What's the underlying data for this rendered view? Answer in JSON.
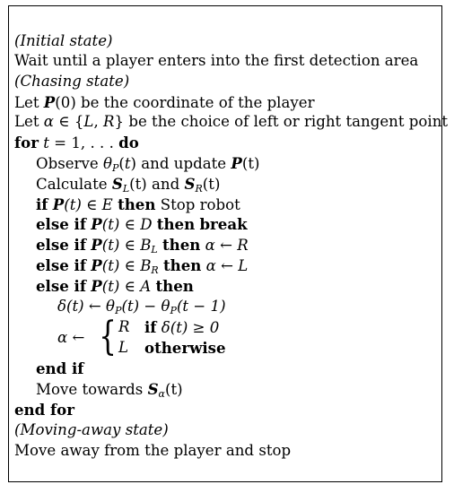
{
  "algorithm": {
    "initial_state_label": "(Initial state)",
    "wait_text": "Wait until a player enters into the first detection area",
    "chasing_state_label": "(Chasing state)",
    "let_p0": {
      "pre": "Let ",
      "var": "P",
      "post": "(0) be the coordinate of the player"
    },
    "let_alpha": {
      "pre": "Let ",
      "alpha": "α",
      "mid": " ∈ {",
      "l": "L",
      "comma": ", ",
      "r": "R",
      "post": "} be the choice of left or right tangent point"
    },
    "for_line": {
      "for": "for",
      "t": "t",
      "eq": " = 1, . . . ",
      "do": "do"
    },
    "observe": {
      "pre": "Observe ",
      "theta": "θ",
      "sub": "P",
      "mid": "(",
      "t": "t",
      "mid2": ") and update ",
      "var": "P",
      "post": "(t)"
    },
    "calculate": {
      "pre": "Calculate ",
      "s1": "S",
      "sub1": "L",
      "mid": "(t) and ",
      "s2": "S",
      "sub2": "R",
      "post": "(t)"
    },
    "if_e": {
      "if": "if",
      "var": "P",
      "cond": "(t) ∈ E",
      "then": "then",
      "action": " Stop robot"
    },
    "elseif_d": {
      "elseif": "else if",
      "var": "P",
      "cond": "(t) ∈ D",
      "then": "then",
      "brk": "break"
    },
    "elseif_bl": {
      "elseif": "else if",
      "var": "P",
      "cond": "(t) ∈ B",
      "sub": "L",
      "then": "then",
      "assign": "α ← R"
    },
    "elseif_br": {
      "elseif": "else if",
      "var": "P",
      "cond": "(t) ∈ B",
      "sub": "R",
      "then": "then",
      "assign": "α ← L"
    },
    "elseif_a": {
      "elseif": "else if",
      "var": "P",
      "cond": "(t) ∈ A",
      "then": "then"
    },
    "delta_line": {
      "text1": "δ(t) ← θ",
      "sub1": "P",
      "text2": "(t) − θ",
      "sub2": "P",
      "text3": "(t − 1)"
    },
    "alpha_case": {
      "lhs": "α ←",
      "brace": "{",
      "case1_val": "R",
      "case1_if": "if",
      "case1_cond": "δ(t) ≥ 0",
      "case2_val": "L",
      "case2_cond": "otherwise"
    },
    "end_if": "end if",
    "move_towards": {
      "pre": "Move towards ",
      "var": "S",
      "sub": "α",
      "post": "(t)"
    },
    "end_for": "end for",
    "moving_away_label": "(Moving-away state)",
    "move_away_text": "Move away from the player and stop"
  }
}
